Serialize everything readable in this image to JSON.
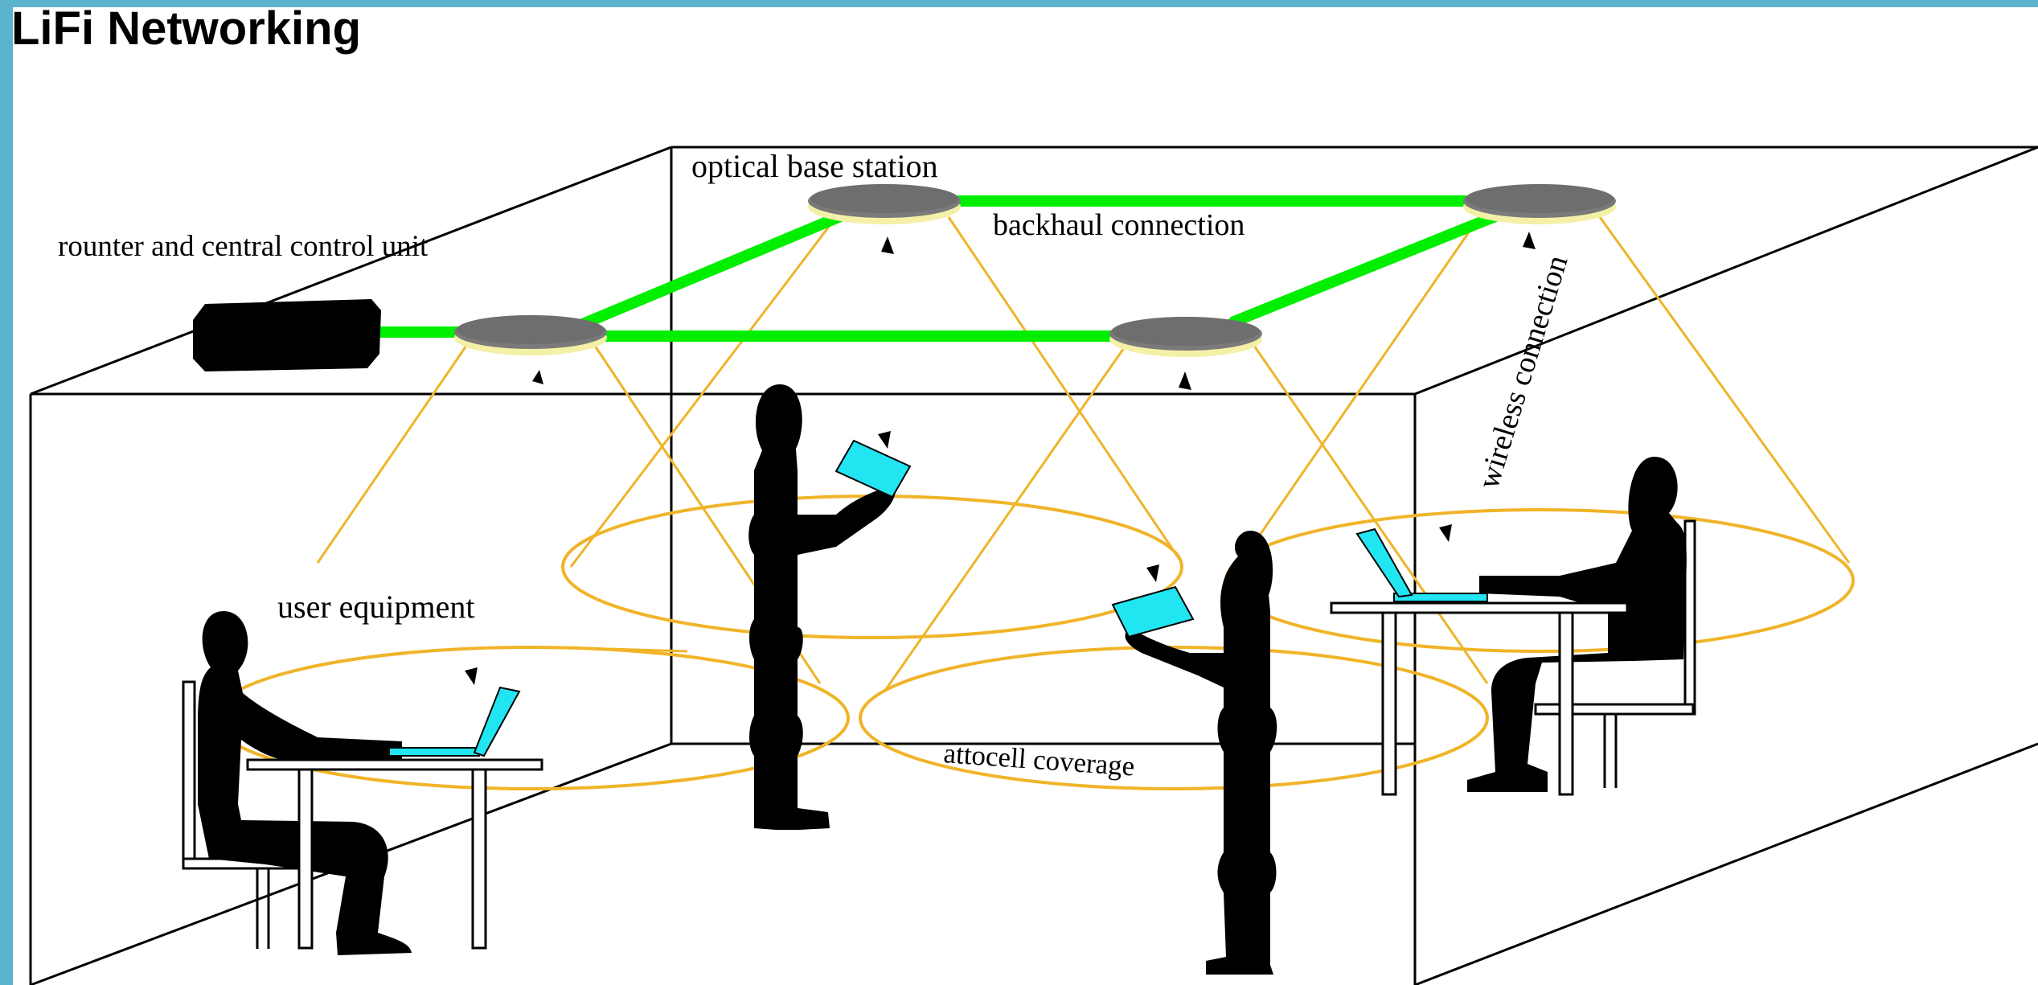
{
  "title": "LiFi Networking",
  "labels": {
    "optical_base_station": "optical base station",
    "router": "rounter and central control unit",
    "backhaul": "backhaul connection",
    "wireless": "wireless connection",
    "user_equipment": "user equipment",
    "attocell": "attocell coverage"
  },
  "colors": {
    "frame": "#5cb3cc",
    "backhaul": "#00ee00",
    "coverage": "#f0b429",
    "device_screen": "#22e5f2",
    "station": "#7a7a7a"
  }
}
